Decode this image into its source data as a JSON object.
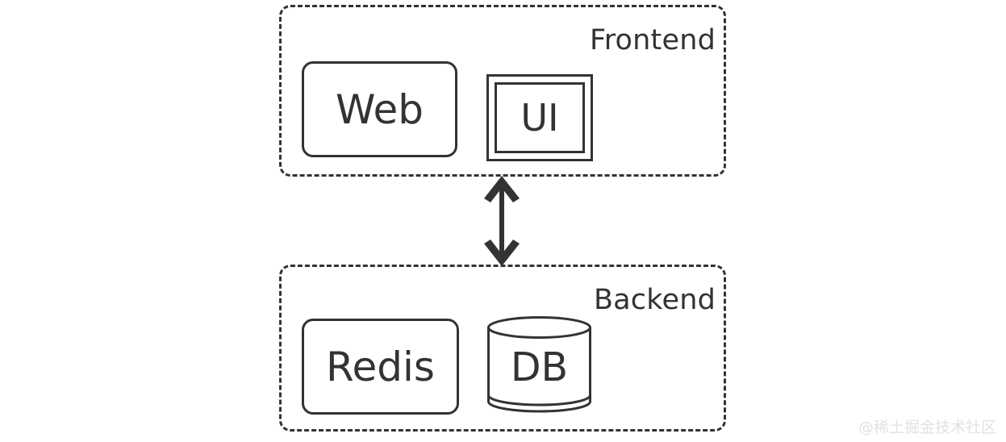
{
  "diagram": {
    "type": "architecture-block-diagram",
    "background_color": "#ffffff",
    "stroke_color": "#333333",
    "groups": [
      {
        "id": "frontend",
        "label": "Frontend",
        "border_style": "dashed",
        "nodes": [
          {
            "id": "web",
            "label": "Web",
            "shape": "rounded-rectangle"
          },
          {
            "id": "ui",
            "label": "UI",
            "shape": "double-border-rectangle"
          }
        ]
      },
      {
        "id": "backend",
        "label": "Backend",
        "border_style": "dashed",
        "nodes": [
          {
            "id": "redis",
            "label": "Redis",
            "shape": "rounded-rectangle"
          },
          {
            "id": "db",
            "label": "DB",
            "shape": "cylinder"
          }
        ]
      }
    ],
    "connectors": [
      {
        "id": "frontend-backend-link",
        "from": "frontend",
        "to": "backend",
        "direction": "bidirectional",
        "orientation": "vertical",
        "label": ""
      }
    ]
  },
  "watermark": {
    "text": "@稀土掘金技术社区",
    "color": "#e2e2e2"
  }
}
